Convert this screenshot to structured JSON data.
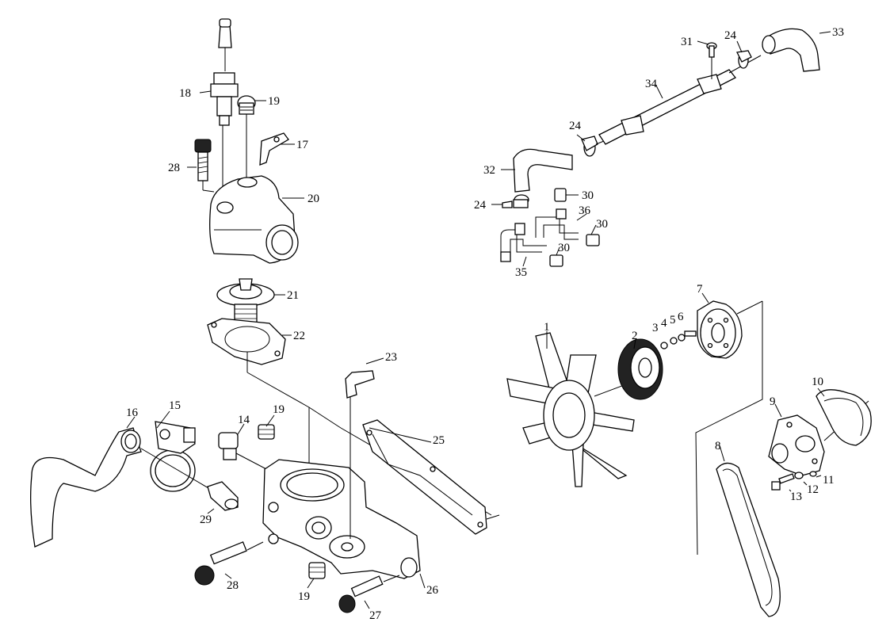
{
  "callouts": {
    "c1": "1",
    "c2": "2",
    "c3": "3",
    "c4": "4",
    "c5": "5",
    "c6": "6",
    "c7": "7",
    "c8": "8",
    "c9": "9",
    "c10": "10",
    "c11": "11",
    "c12": "12",
    "c13": "13",
    "c14": "14",
    "c15": "15",
    "c16": "16",
    "c17": "17",
    "c18": "18",
    "c19a": "19",
    "c19b": "19",
    "c19c": "19",
    "c20": "20",
    "c21": "21",
    "c22": "22",
    "c23": "23",
    "c24a": "24",
    "c24b": "24",
    "c24c": "24",
    "c25": "25",
    "c26": "26",
    "c27": "27",
    "c28a": "28",
    "c28b": "28",
    "c29": "29",
    "c30a": "30",
    "c30b": "30",
    "c30c": "30",
    "c31": "31",
    "c32": "32",
    "c33": "33",
    "c34": "34",
    "c35": "35",
    "c36": "36"
  }
}
